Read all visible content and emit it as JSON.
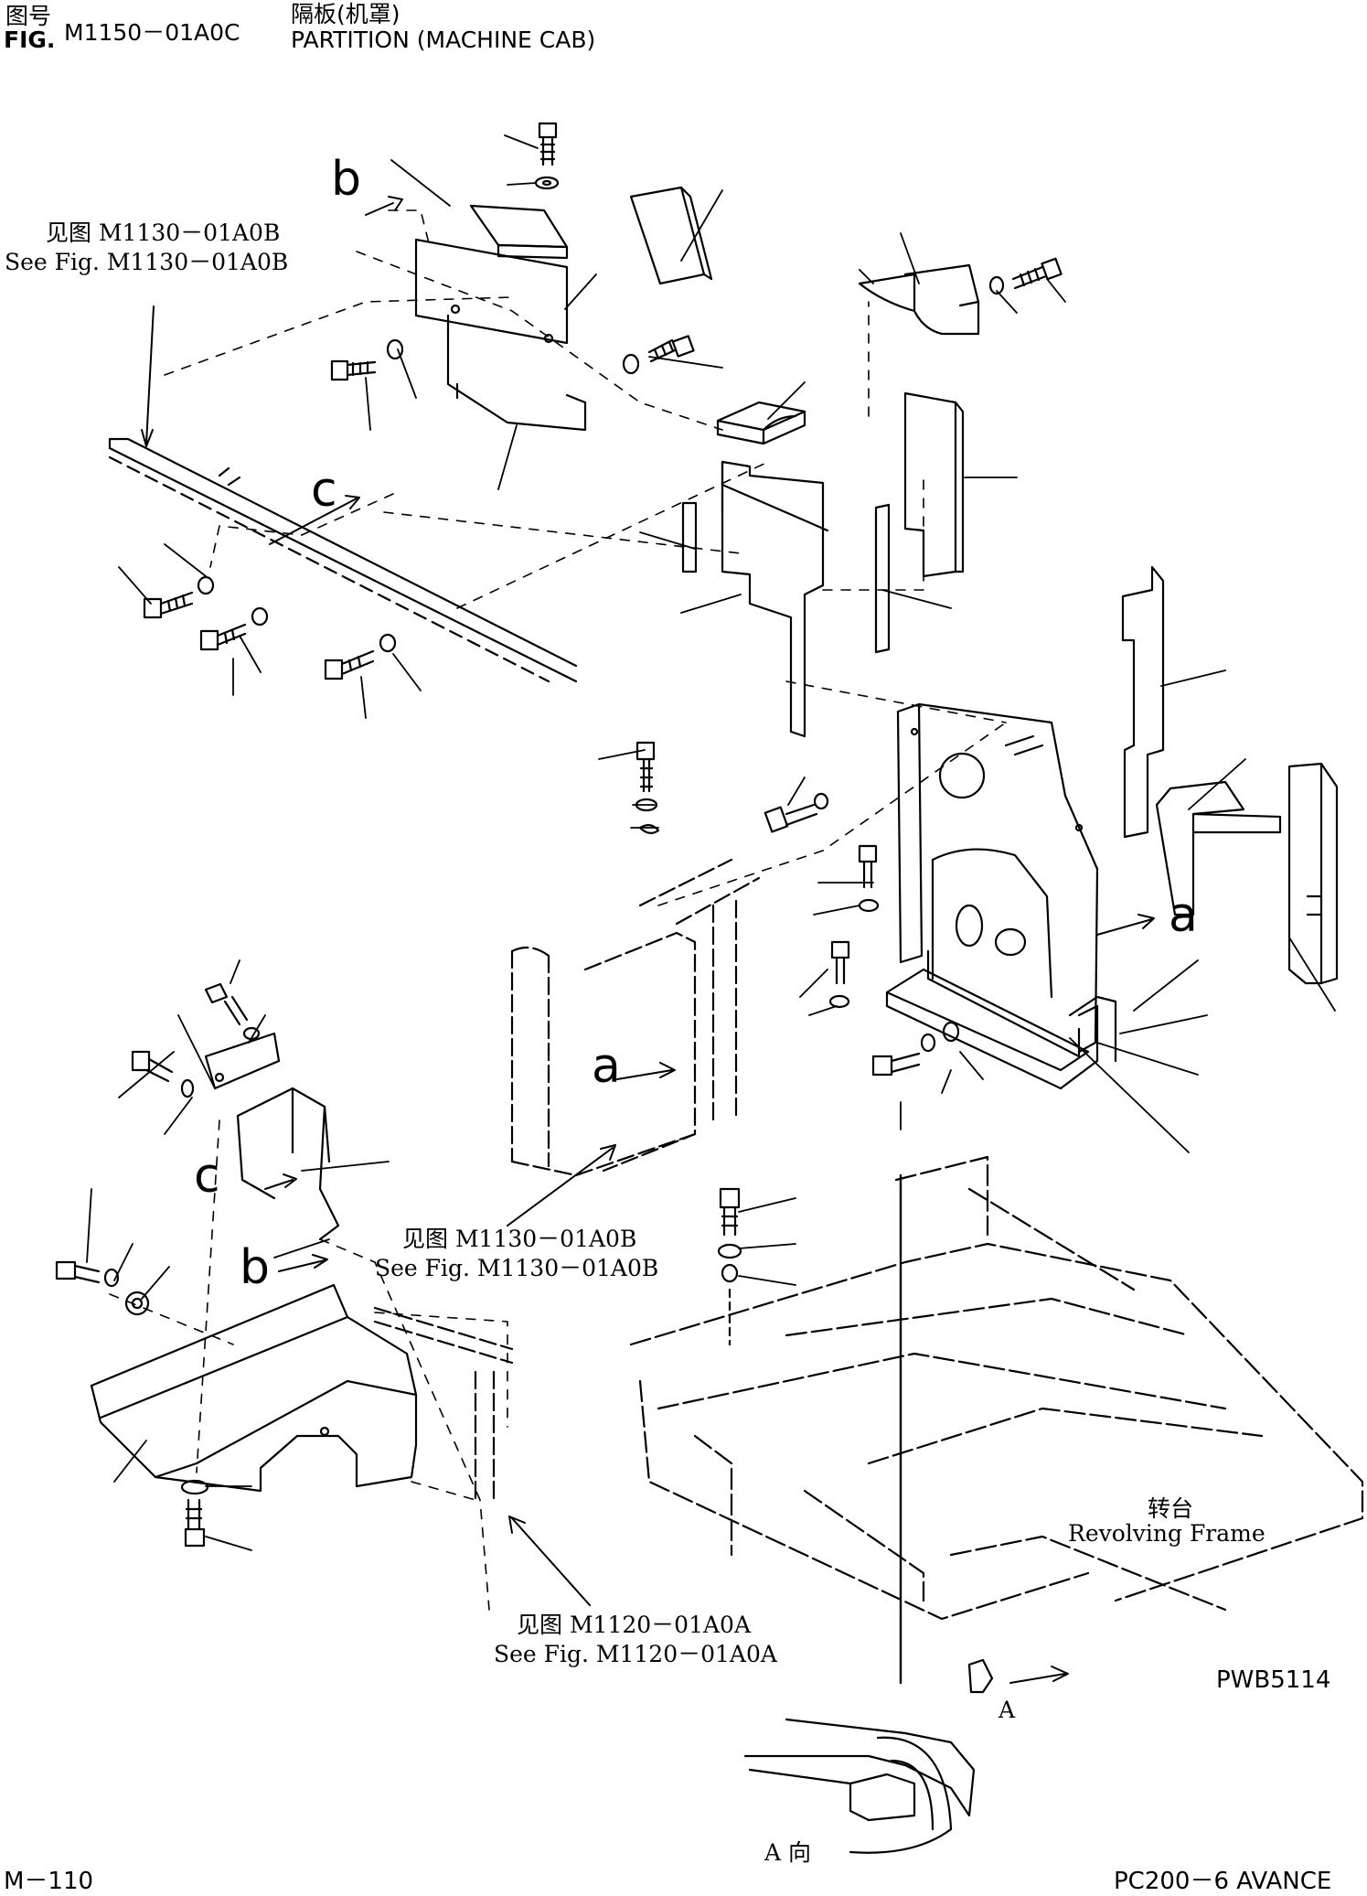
{
  "header": {
    "fig_cn": "图号",
    "fig_en": "FIG.",
    "fig_number": "M1150－01A0C",
    "title_cn": "隔板(机罩)",
    "title_en": "PARTITION (MACHINE CAB)"
  },
  "references": {
    "top_left_cn": "见图 M1130－01A0B",
    "top_left_en": "See Fig. M1130－01A0B",
    "middle_cn": "见图 M1130－01A0B",
    "middle_en": "See Fig. M1130－01A0B",
    "bottom_cn": "见图 M1120－01A0A",
    "bottom_en": "See Fig. M1120－01A0A"
  },
  "callout_letters": {
    "b_top": "b",
    "c_top": "c",
    "a_right": "a",
    "a_middle": "a",
    "c_bottom": "c",
    "b_bottom": "b"
  },
  "labels": {
    "revolving_cn": "转台",
    "revolving_en": "Revolving Frame",
    "view_a": "A",
    "view_a_dir": "A 向",
    "drawing_code": "PWB5114"
  },
  "footer": {
    "page": "M－110",
    "model": "PC200－6 AVANCE"
  }
}
